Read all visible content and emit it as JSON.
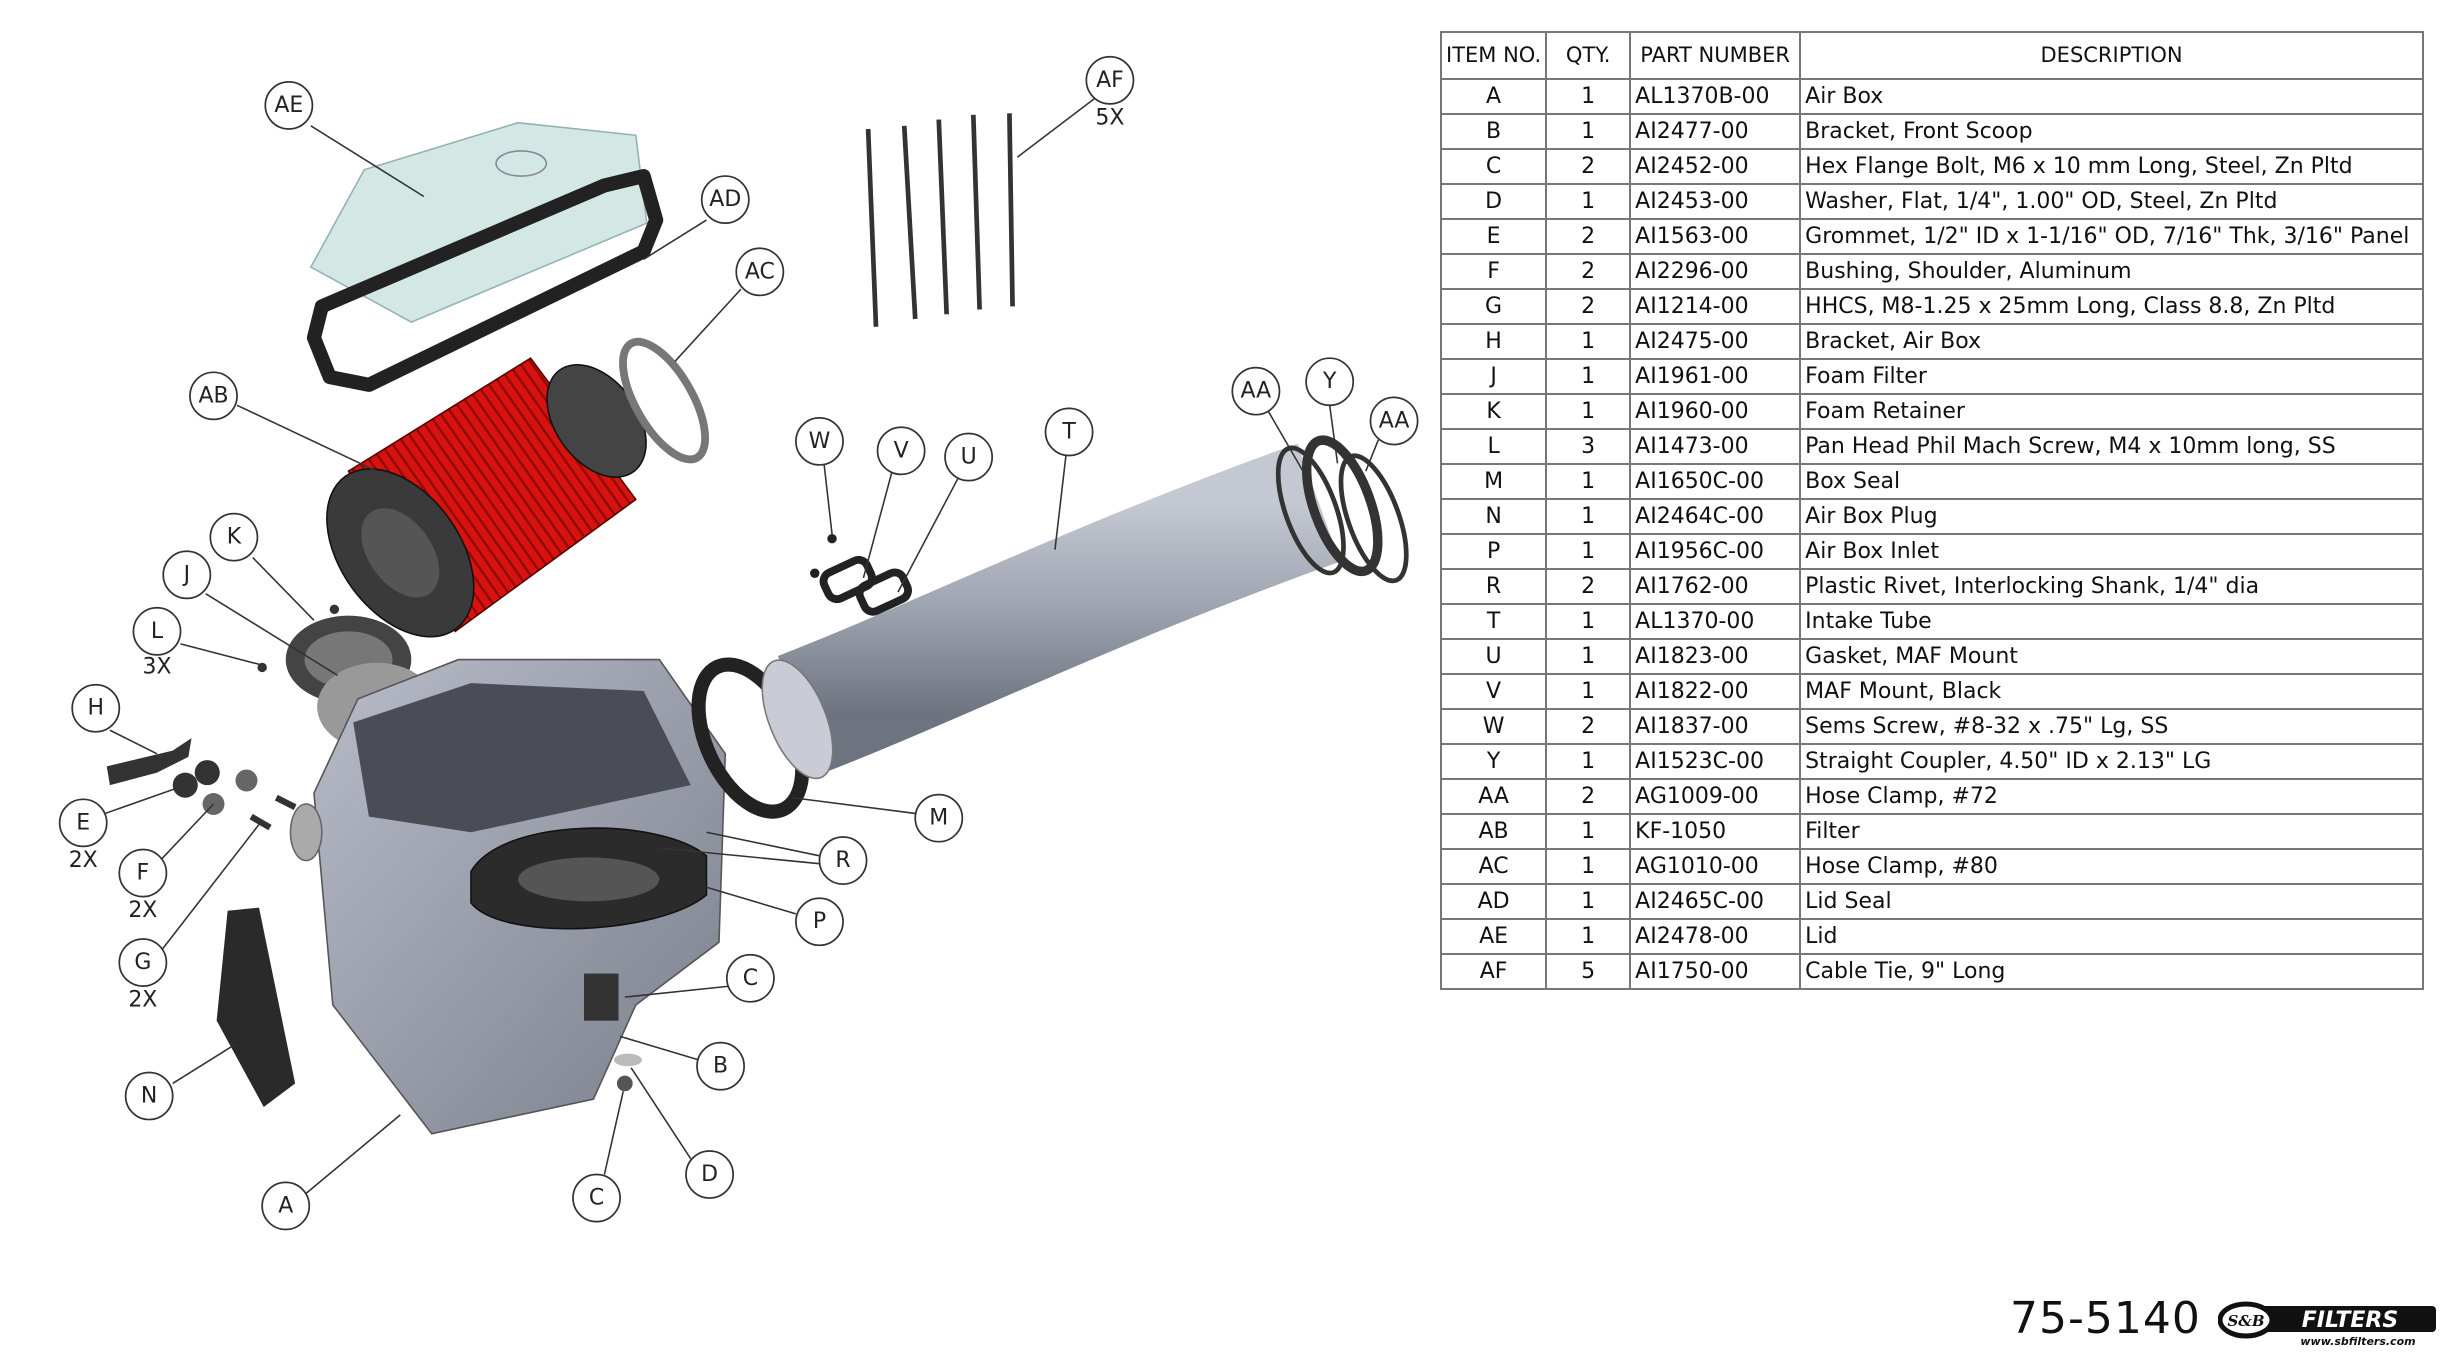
{
  "bom": {
    "headers": [
      "ITEM NO.",
      "QTY.",
      "PART NUMBER",
      "DESCRIPTION"
    ],
    "rows": [
      [
        "A",
        "1",
        "AL1370B-00",
        "Air Box"
      ],
      [
        "B",
        "1",
        "AI2477-00",
        "Bracket, Front Scoop"
      ],
      [
        "C",
        "2",
        "AI2452-00",
        "Hex Flange Bolt, M6 x 10 mm Long, Steel, Zn Pltd"
      ],
      [
        "D",
        "1",
        "AI2453-00",
        "Washer, Flat, 1/4\", 1.00\" OD, Steel, Zn Pltd"
      ],
      [
        "E",
        "2",
        "AI1563-00",
        "Grommet, 1/2\" ID x 1-1/16\" OD, 7/16\" Thk, 3/16\" Panel"
      ],
      [
        "F",
        "2",
        "AI2296-00",
        "Bushing, Shoulder, Aluminum"
      ],
      [
        "G",
        "2",
        "AI1214-00",
        "HHCS, M8-1.25 x 25mm Long, Class 8.8, Zn Pltd"
      ],
      [
        "H",
        "1",
        "AI2475-00",
        "Bracket, Air Box"
      ],
      [
        "J",
        "1",
        "AI1961-00",
        "Foam Filter"
      ],
      [
        "K",
        "1",
        "AI1960-00",
        "Foam Retainer"
      ],
      [
        "L",
        "3",
        "AI1473-00",
        "Pan Head Phil Mach Screw, M4 x 10mm long, SS"
      ],
      [
        "M",
        "1",
        "AI1650C-00",
        "Box Seal"
      ],
      [
        "N",
        "1",
        "AI2464C-00",
        "Air Box Plug"
      ],
      [
        "P",
        "1",
        "AI1956C-00",
        "Air Box Inlet"
      ],
      [
        "R",
        "2",
        "AI1762-00",
        "Plastic Rivet, Interlocking Shank, 1/4\" dia"
      ],
      [
        "T",
        "1",
        "AL1370-00",
        "Intake Tube"
      ],
      [
        "U",
        "1",
        "AI1823-00",
        "Gasket, MAF Mount"
      ],
      [
        "V",
        "1",
        "AI1822-00",
        "MAF Mount, Black"
      ],
      [
        "W",
        "2",
        "AI1837-00",
        "Sems Screw, #8-32 x .75\" Lg, SS"
      ],
      [
        "Y",
        "1",
        "AI1523C-00",
        "Straight Coupler, 4.50\" ID x 2.13\" LG"
      ],
      [
        "AA",
        "2",
        "AG1009-00",
        "Hose Clamp, #72"
      ],
      [
        "AB",
        "1",
        "KF-1050",
        "Filter"
      ],
      [
        "AC",
        "1",
        "AG1010-00",
        "Hose Clamp, #80"
      ],
      [
        "AD",
        "1",
        "AI2465C-00",
        "Lid Seal"
      ],
      [
        "AE",
        "1",
        "AI2478-00",
        "Lid"
      ],
      [
        "AF",
        "5",
        "AI1750-00",
        "Cable Tie, 9\" Long"
      ]
    ]
  },
  "callouts": {
    "AE": "AE",
    "AD": "AD",
    "AC": "AC",
    "AB": "AB",
    "AF": "AF",
    "K": "K",
    "J": "J",
    "L": "L",
    "H": "H",
    "E": "E",
    "F": "F",
    "G": "G",
    "N": "N",
    "A": "A",
    "C1": "C",
    "C2": "C",
    "D": "D",
    "B": "B",
    "P": "P",
    "R": "R",
    "M": "M",
    "T": "T",
    "W": "W",
    "V": "V",
    "U": "U",
    "AA1": "AA",
    "Y": "Y",
    "AA2": "AA"
  },
  "qty_notes": {
    "AF": "5X",
    "L": "3X",
    "E": "2X",
    "F": "2X",
    "G": "2X"
  },
  "footer": {
    "doc_number": "75-5140",
    "logo_text": "FILTERS",
    "logo_url_text": "www.sbfilters.com",
    "logo_mark": "S&B"
  },
  "colors": {
    "filter_red": "#d8120e",
    "part_grey": "#9ea3b0",
    "lid": "#cfe5e2"
  }
}
